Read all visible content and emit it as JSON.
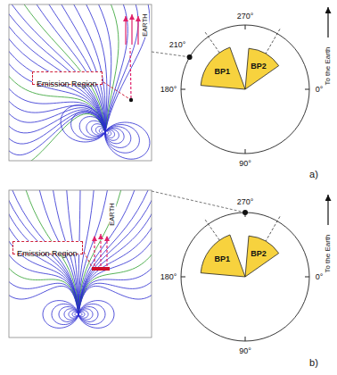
{
  "diagram": {
    "nodes": [
      {
        "text": [
          "Emission Region"
        ]
      },
      {
        "text": [
          "BP1"
        ]
      },
      {
        "text": [
          "BP2"
        ]
      },
      {
        "text": [
          "Emission Region"
        ]
      },
      {
        "text": [
          "BP1"
        ]
      },
      {
        "text": [
          "BP2"
        ]
      }
    ],
    "labels": [
      "EARTH",
      "270°",
      "210°",
      "180°",
      "0°",
      "90°",
      "To the Earth",
      "a)",
      "EARTH",
      "270°",
      "180°",
      "0°",
      "90°",
      "To the Earth",
      "b)"
    ]
  }
}
